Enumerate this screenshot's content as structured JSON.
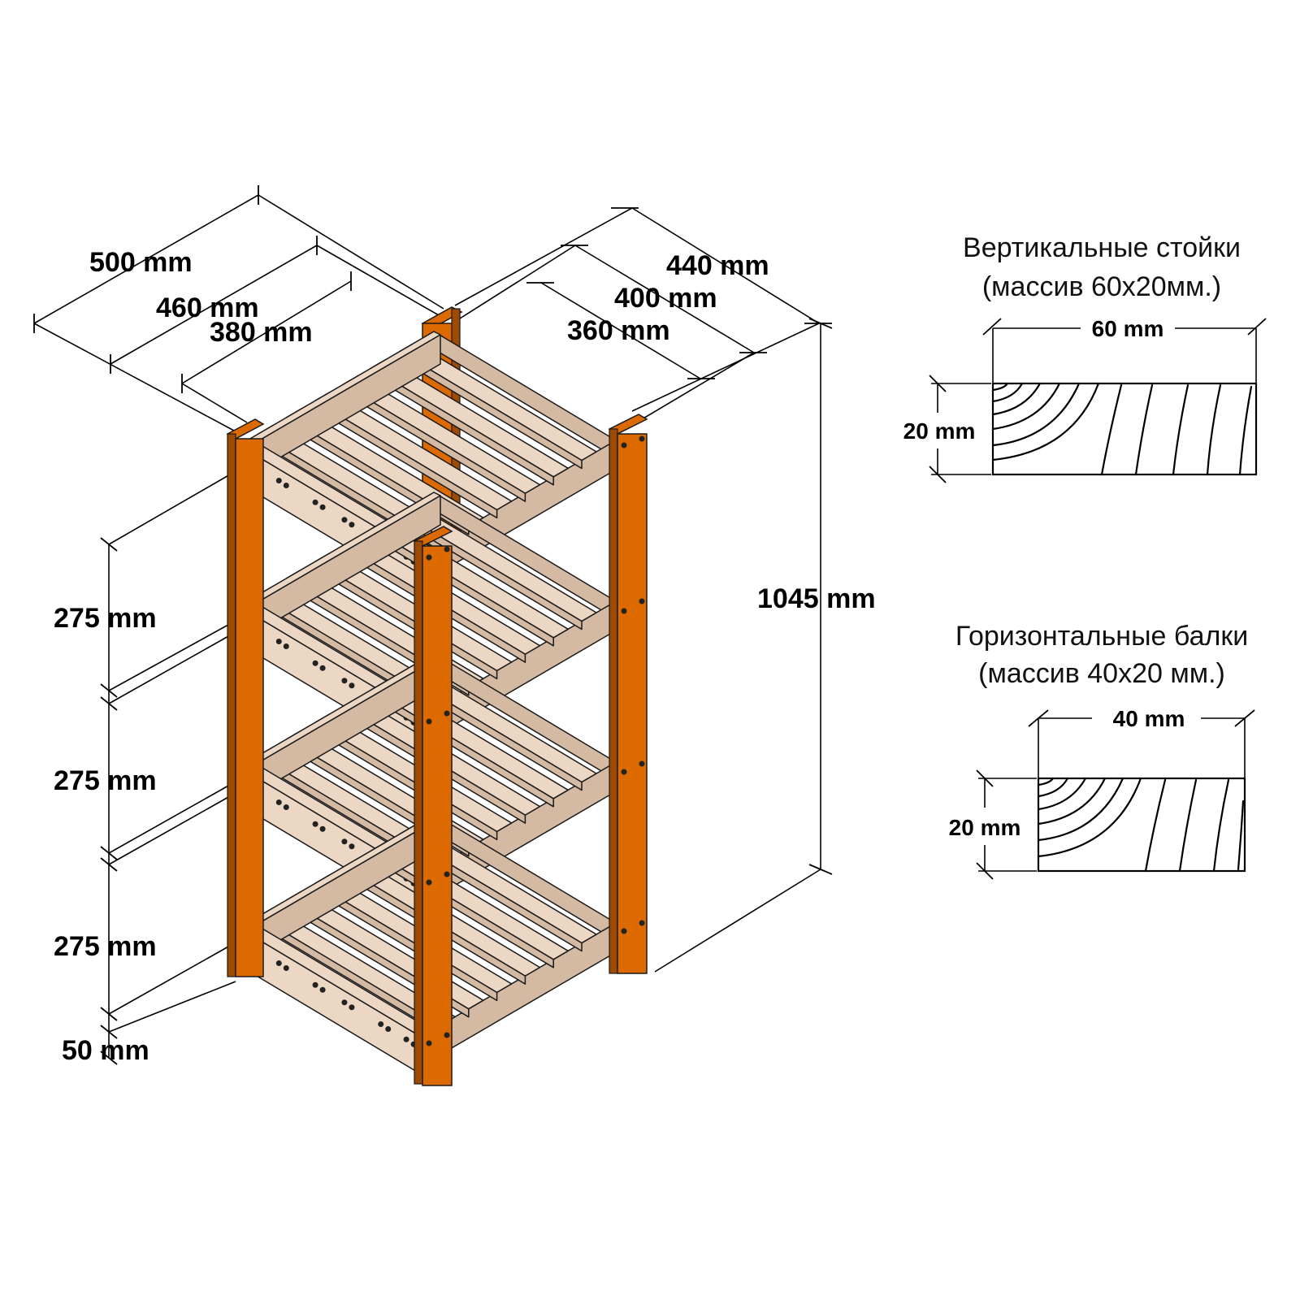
{
  "colors": {
    "post": "#dd6a00",
    "post_dark": "#9e4a00",
    "wood": "#ecd6c4",
    "wood_shade": "#d4b9a3",
    "outline": "#1a1a1a"
  },
  "shelf": {
    "top_dims": {
      "outer_width": "500 mm",
      "mid_width": "460 mm",
      "inner_width": "380 mm",
      "outer_depth": "440 mm",
      "mid_depth": "400 mm",
      "inner_depth": "360 mm"
    },
    "height_total": "1045 mm",
    "spacing": [
      "275 mm",
      "275 mm",
      "275 mm"
    ],
    "bottom_gap": "50 mm",
    "shelf_count": 4
  },
  "sections": {
    "posts": {
      "title": "Вертикальные стойки",
      "subtitle": "(массив 60х20мм.)",
      "width_label": "60 mm",
      "height_label": "20 mm"
    },
    "beams": {
      "title": "Горизонтальные балки",
      "subtitle": "(массив 40х20 мм.)",
      "width_label": "40 mm",
      "height_label": "20 mm"
    }
  }
}
